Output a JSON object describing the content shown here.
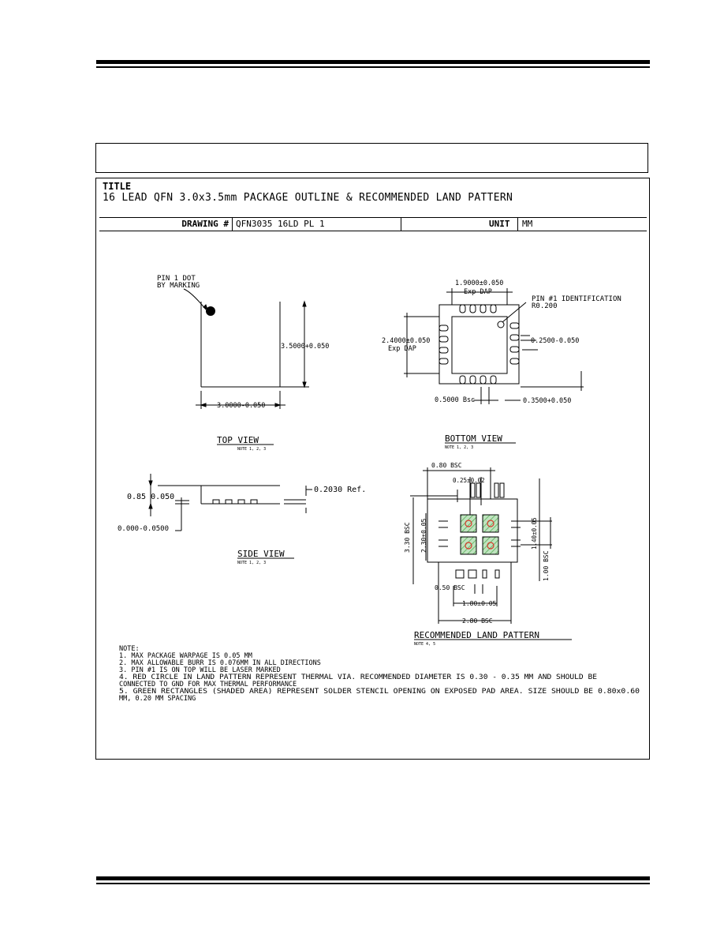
{
  "drawing": {
    "title_label": "TITLE",
    "title": "16 LEAD QFN 3.0x3.5mm PACKAGE OUTLINE & RECOMMENDED LAND PATTERN",
    "drawing_no_label": "DRAWING #",
    "drawing_no": "QFN3035 16LD PL 1",
    "unit_label": "UNIT",
    "unit": "MM"
  },
  "top_view": {
    "pin1_line1": "PIN 1 DOT",
    "pin1_line2": "BY MARKING",
    "height_dim": "3.5000+0.050",
    "width_dim": "3.0000-0.050",
    "title": "TOP VIEW",
    "note": "NOTE 1, 2, 3"
  },
  "bottom_view": {
    "dap_w_line1": "1.9000±0.050",
    "dap_w_line2": "Exp DAP",
    "dap_h_line1": "2.4000±0.050",
    "dap_h_line2": "Exp DAP",
    "pin1_id": "PIN #1 IDENTIFICATION",
    "pin1_radius": "R0.200",
    "lead_width": "0.2500-0.050",
    "pitch": "0.5000 Bsc",
    "lead_length": "0.3500+0.050",
    "title": "BOTTOM VIEW",
    "note": "NOTE 1, 2, 3"
  },
  "side_view": {
    "height": "0.85  0.050",
    "standoff": "0.000-0.0500",
    "ref": "0.2030 Ref.",
    "title": "SIDE VIEW",
    "note": "NOTE 1, 2, 3"
  },
  "land_pattern": {
    "dim_080": "0.80 BSC",
    "dim_025": "0.25±0.02",
    "dim_330": "3.30 BSC",
    "dim_230": "2.30±0.05",
    "dim_140": "1.40±0.05",
    "dim_100": "1.00 BSC",
    "dim_050": "0.50 BSC",
    "dim_180": "1.80±0.05",
    "dim_280": "2.80 BSC",
    "title": "RECOMMENDED LAND PATTERN",
    "note": "NOTE 4, 5"
  },
  "notes": {
    "heading": "NOTE:",
    "n1": "1. MAX PACKAGE WARPAGE IS 0.05 MM",
    "n2": "2. MAX ALLOWABLE BURR IS 0.076MM  IN ALL DIRECTIONS",
    "n3": "3. PIN #1 IS ON TOP WILL BE LASER MARKED",
    "n4a": "4. RED CIRCLE IN  LAND PATTERN REPRESENT THERMAL VIA.  RECOMMENDED DIAMETER IS 0.30 - 0.35 MM AND SHOULD BE",
    "n4b": "CONNECTED TO GND FOR MAX THERMAL PERFORMANCE",
    "n5a": "5. GREEN RECTANGLES (SHADED AREA) REPRESENT SOLDER STENCIL OPENING ON EXPOSED PAD AREA.   SIZE SHOULD BE 0.80x0.60",
    "n5b": "MM, 0.20 MM SPACING"
  },
  "colors": {
    "via": "#d63a2a",
    "stencil": "#4aa84a",
    "ink": "#000000"
  }
}
